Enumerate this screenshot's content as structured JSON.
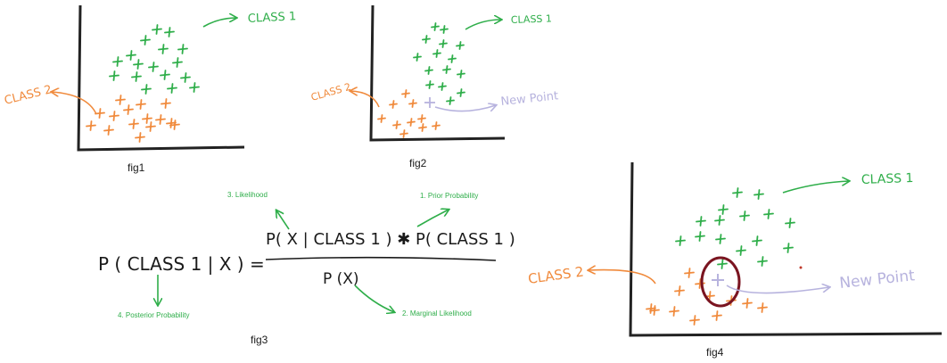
{
  "colors": {
    "class1": "#2fae4a",
    "class2": "#f08a3c",
    "new_point": "#b7b3de",
    "axis": "#222222",
    "circle": "#7a1420",
    "label_green": "#2fae4a",
    "text_dark": "#1a1a1a"
  },
  "fig1": {
    "caption": "fig1",
    "class1_label": "CLASS 1",
    "class2_label": "CLASS 2"
  },
  "fig2": {
    "caption": "fig2",
    "class1_label": "CLASS 1",
    "class2_label": "CLASS 2",
    "new_point_label": "New Point"
  },
  "fig3": {
    "caption": "fig3",
    "lhs": "P ( CLASS 1 | X ) =",
    "numerator": "P( X | CLASS 1 ) ✱ P( CLASS 1 )",
    "denominator": "P (X)",
    "label_likelihood": "3. Likelihood",
    "label_prior": "1. Prior Probability",
    "label_posterior": "4. Posterior Probability",
    "label_marginal": "2. Marginal Likelihood"
  },
  "fig4": {
    "caption": "fig4",
    "class1_label": "CLASS 1",
    "class2_label": "CLASS 2",
    "new_point_label": "New Point"
  }
}
